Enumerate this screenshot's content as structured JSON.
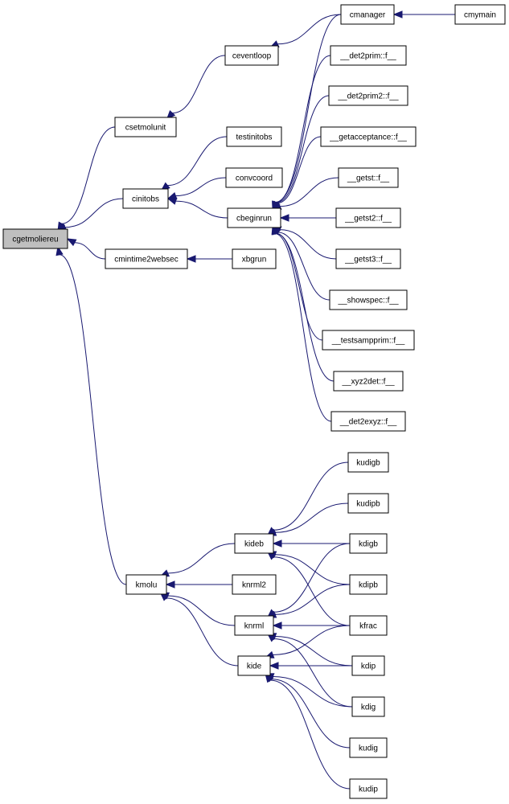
{
  "diagram": {
    "edge_color": "#191970",
    "root_fill": "#bfbfbf",
    "nodes": [
      {
        "id": "cgetmoliereu",
        "label": "cgetmoliereu"
      },
      {
        "id": "csetmolunit",
        "label": "csetmolunit"
      },
      {
        "id": "ceventloop",
        "label": "ceventloop"
      },
      {
        "id": "cmanager",
        "label": "cmanager"
      },
      {
        "id": "cmymain",
        "label": "cmymain"
      },
      {
        "id": "det2prim",
        "label": "__det2prim::f__"
      },
      {
        "id": "det2prim2",
        "label": "__det2prim2::f__"
      },
      {
        "id": "getacceptance",
        "label": "__getacceptance::f__"
      },
      {
        "id": "getst",
        "label": "__getst::f__"
      },
      {
        "id": "getst2",
        "label": "__getst2::f__"
      },
      {
        "id": "getst3",
        "label": "__getst3::f__"
      },
      {
        "id": "showspec",
        "label": "__showspec::f__"
      },
      {
        "id": "testsampprim",
        "label": "__testsampprim::f__"
      },
      {
        "id": "xyz2det",
        "label": "__xyz2det::f__"
      },
      {
        "id": "det2exyz",
        "label": "__det2exyz::f__"
      },
      {
        "id": "cinitobs",
        "label": "cinitobs"
      },
      {
        "id": "testinitobs",
        "label": "testinitobs"
      },
      {
        "id": "convcoord",
        "label": "convcoord"
      },
      {
        "id": "cbeginrun",
        "label": "cbeginrun"
      },
      {
        "id": "cmintime2websec",
        "label": "cmintime2websec"
      },
      {
        "id": "xbgrun",
        "label": "xbgrun"
      },
      {
        "id": "kmolu",
        "label": "kmolu"
      },
      {
        "id": "kideb",
        "label": "kideb"
      },
      {
        "id": "knrml2",
        "label": "knrml2"
      },
      {
        "id": "knrml",
        "label": "knrml"
      },
      {
        "id": "kide",
        "label": "kide"
      },
      {
        "id": "kudigb",
        "label": "kudigb"
      },
      {
        "id": "kudipb",
        "label": "kudipb"
      },
      {
        "id": "kdigb",
        "label": "kdigb"
      },
      {
        "id": "kdipb",
        "label": "kdipb"
      },
      {
        "id": "kfrac",
        "label": "kfrac"
      },
      {
        "id": "kdip",
        "label": "kdip"
      },
      {
        "id": "kdig",
        "label": "kdig"
      },
      {
        "id": "kudig",
        "label": "kudig"
      },
      {
        "id": "kudip",
        "label": "kudip"
      }
    ],
    "edges": [
      {
        "from": "csetmolunit",
        "to": "cgetmoliereu"
      },
      {
        "from": "cinitobs",
        "to": "cgetmoliereu"
      },
      {
        "from": "cmintime2websec",
        "to": "cgetmoliereu"
      },
      {
        "from": "kmolu",
        "to": "cgetmoliereu"
      },
      {
        "from": "ceventloop",
        "to": "csetmolunit"
      },
      {
        "from": "cmanager",
        "to": "ceventloop"
      },
      {
        "from": "cmymain",
        "to": "cmanager"
      },
      {
        "from": "testinitobs",
        "to": "cinitobs"
      },
      {
        "from": "convcoord",
        "to": "cinitobs"
      },
      {
        "from": "cbeginrun",
        "to": "cinitobs"
      },
      {
        "from": "cmanager",
        "to": "cbeginrun"
      },
      {
        "from": "det2prim",
        "to": "cbeginrun"
      },
      {
        "from": "det2prim2",
        "to": "cbeginrun"
      },
      {
        "from": "getacceptance",
        "to": "cbeginrun"
      },
      {
        "from": "getst",
        "to": "cbeginrun"
      },
      {
        "from": "getst2",
        "to": "cbeginrun"
      },
      {
        "from": "getst3",
        "to": "cbeginrun"
      },
      {
        "from": "showspec",
        "to": "cbeginrun"
      },
      {
        "from": "testsampprim",
        "to": "cbeginrun"
      },
      {
        "from": "xyz2det",
        "to": "cbeginrun"
      },
      {
        "from": "det2exyz",
        "to": "cbeginrun"
      },
      {
        "from": "xbgrun",
        "to": "cmintime2websec"
      },
      {
        "from": "kideb",
        "to": "kmolu"
      },
      {
        "from": "knrml2",
        "to": "kmolu"
      },
      {
        "from": "knrml",
        "to": "kmolu"
      },
      {
        "from": "kide",
        "to": "kmolu"
      },
      {
        "from": "kudigb",
        "to": "kideb"
      },
      {
        "from": "kudipb",
        "to": "kideb"
      },
      {
        "from": "kdigb",
        "to": "kideb"
      },
      {
        "from": "kdipb",
        "to": "kideb"
      },
      {
        "from": "kfrac",
        "to": "kideb"
      },
      {
        "from": "kdigb",
        "to": "knrml"
      },
      {
        "from": "kdipb",
        "to": "knrml"
      },
      {
        "from": "kfrac",
        "to": "knrml"
      },
      {
        "from": "kdip",
        "to": "knrml"
      },
      {
        "from": "kdig",
        "to": "knrml"
      },
      {
        "from": "kfrac",
        "to": "kide"
      },
      {
        "from": "kdip",
        "to": "kide"
      },
      {
        "from": "kdig",
        "to": "kide"
      },
      {
        "from": "kudig",
        "to": "kide"
      },
      {
        "from": "kudip",
        "to": "kide"
      }
    ]
  }
}
